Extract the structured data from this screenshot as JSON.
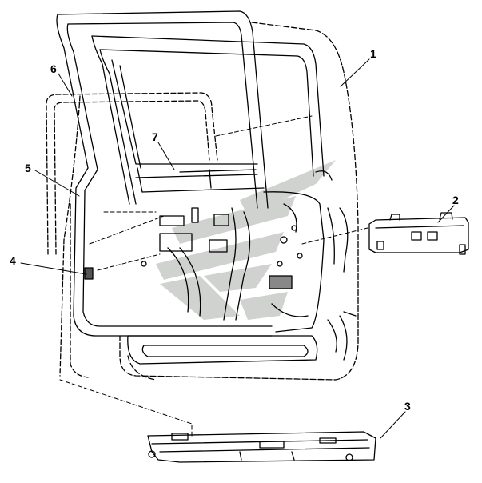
{
  "diagram": {
    "callouts": [
      {
        "id": "1",
        "label": "1"
      },
      {
        "id": "2",
        "label": "2"
      },
      {
        "id": "3",
        "label": "3"
      },
      {
        "id": "4",
        "label": "4"
      },
      {
        "id": "5",
        "label": "5"
      },
      {
        "id": "6",
        "label": "6"
      },
      {
        "id": "7",
        "label": "7"
      }
    ],
    "colors": {
      "line": "#000000",
      "watermark": "#c8cbc8",
      "background": "#ffffff"
    }
  }
}
